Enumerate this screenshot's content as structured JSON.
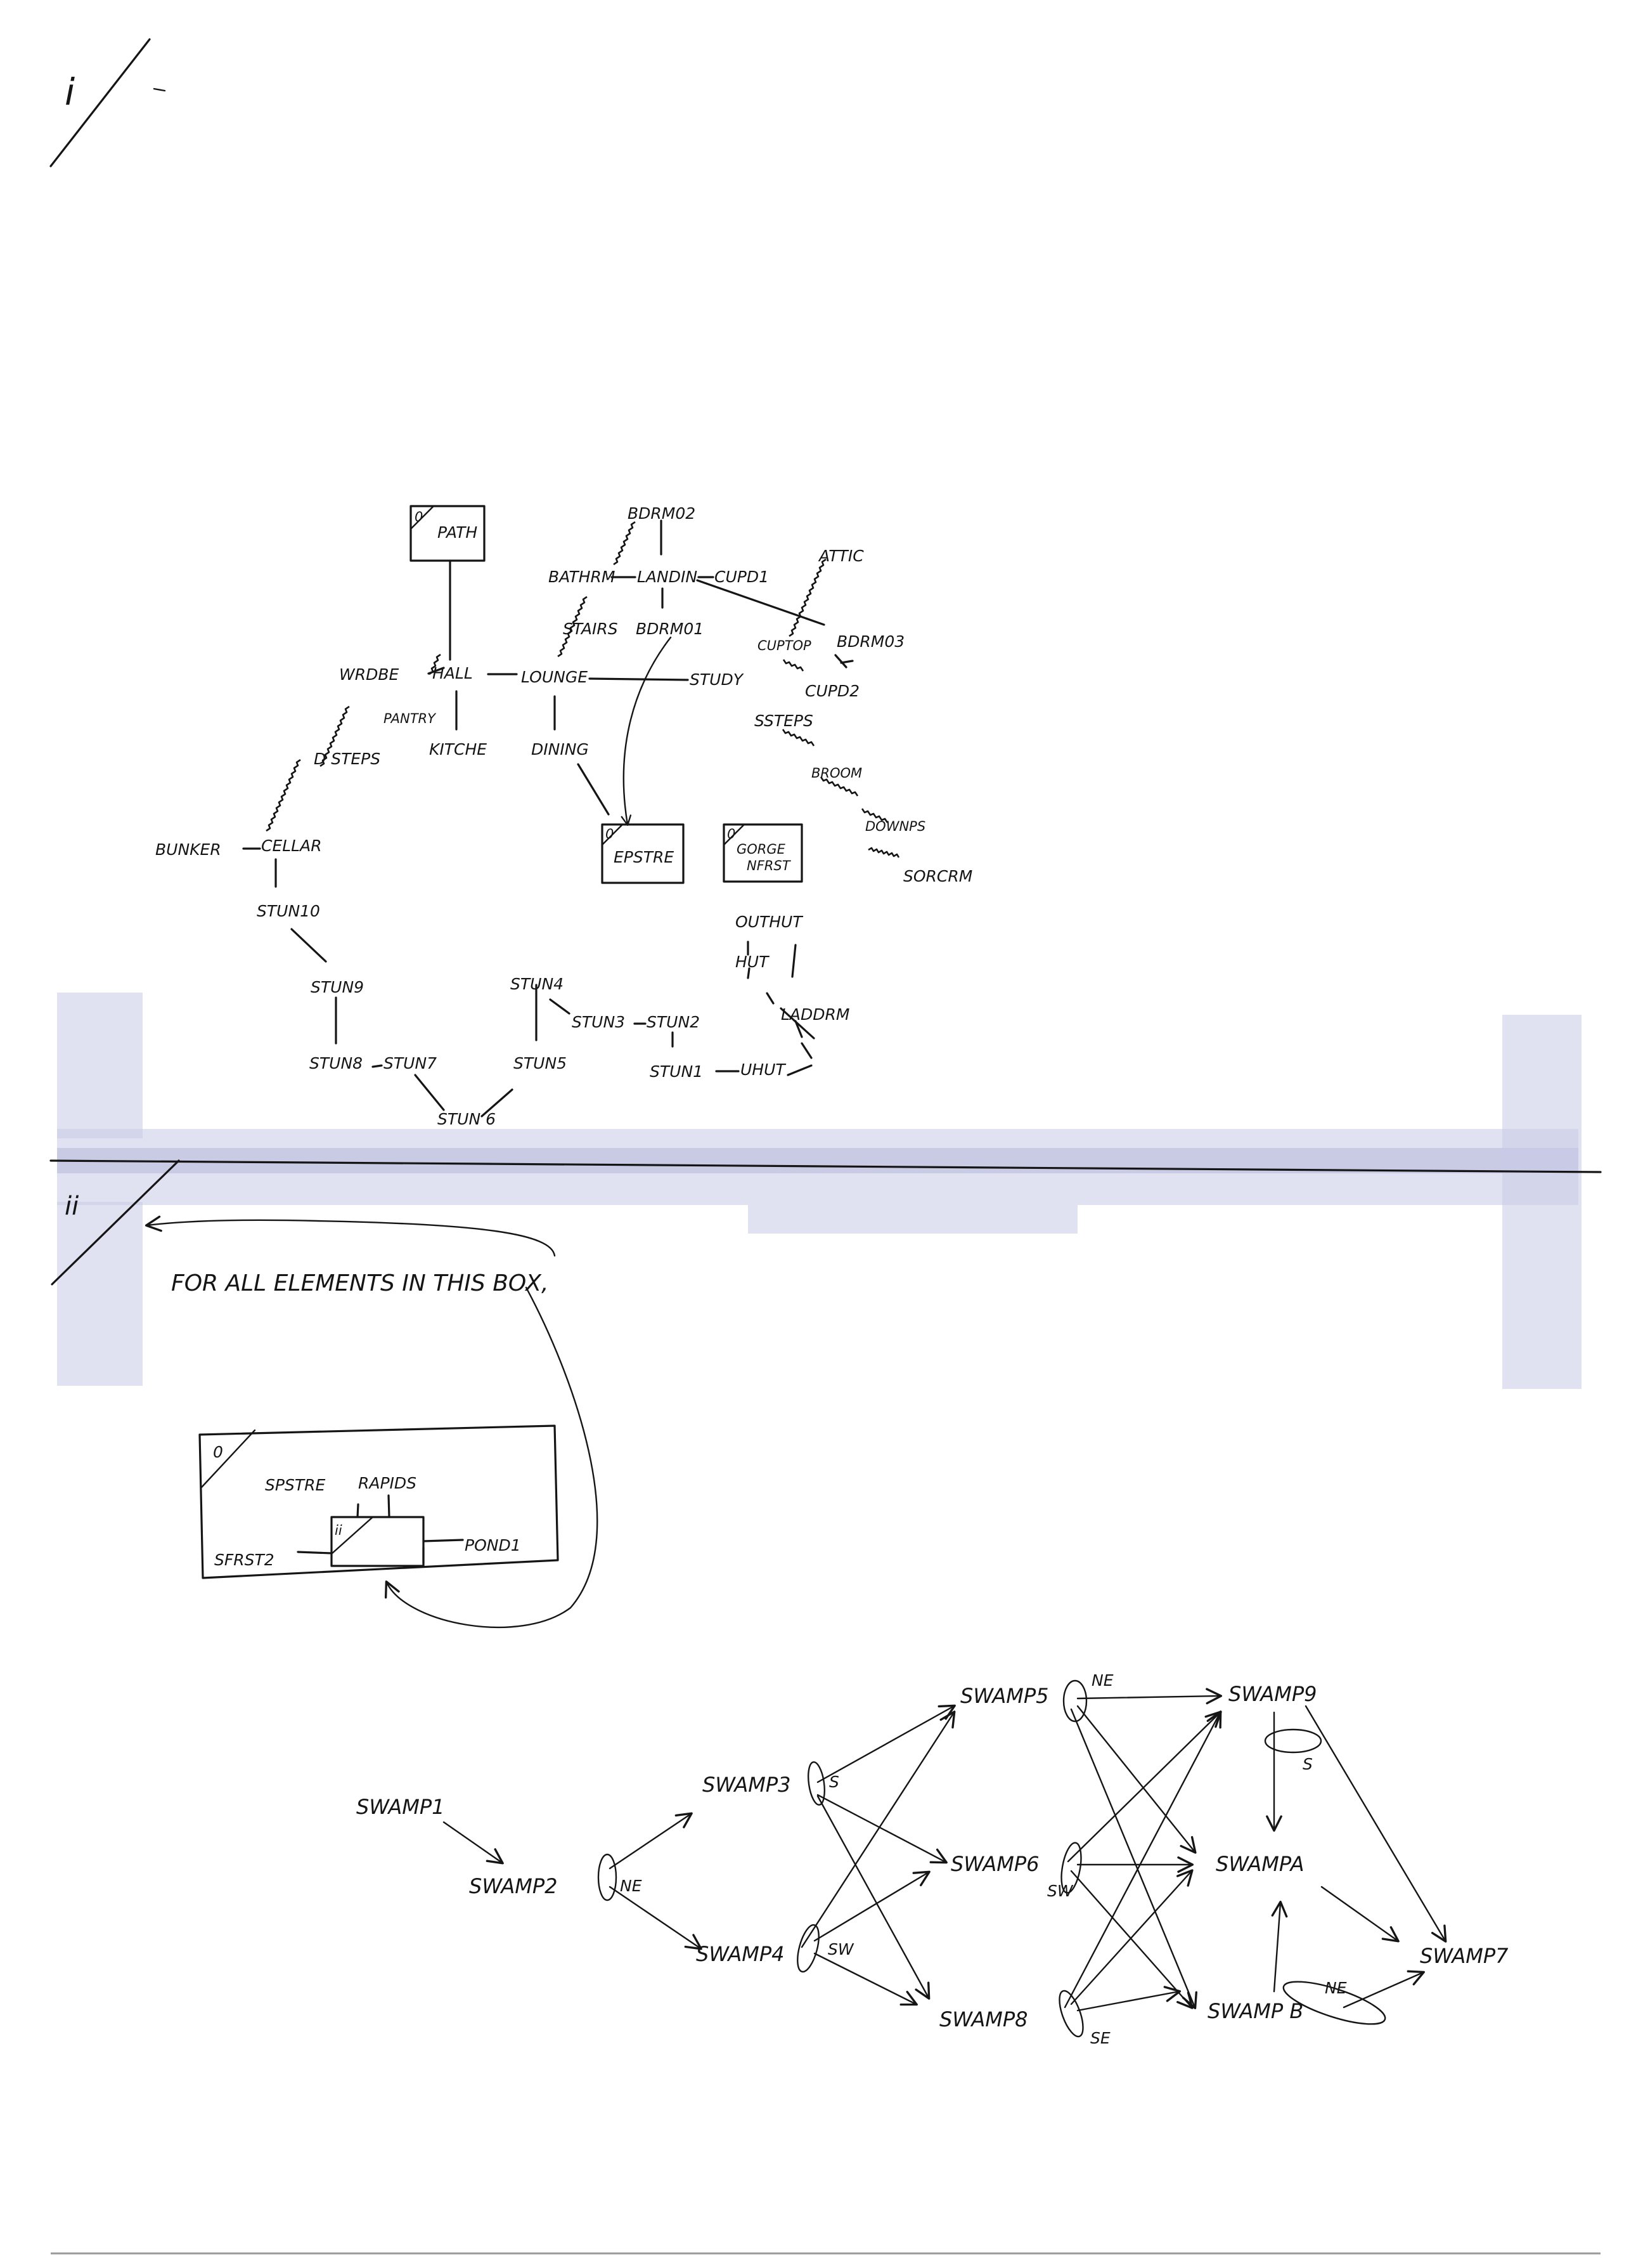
{
  "section_marks": {
    "first": "i",
    "second": "ii"
  },
  "ground_floor": {
    "start_box": {
      "corner": "0",
      "label": "PATH"
    },
    "rooms": {
      "bdrm02": "BDRM02",
      "bathrm": "BATHRM",
      "landin": "LANDIN",
      "cupd1": "CUPD1",
      "attic": "ATTIC",
      "stairs": "STAIRS",
      "bdrm01": "BDRM01",
      "cuptop": "CUPTOP",
      "bdrm03": "BDRM03",
      "cupd2": "CUPD2",
      "wrdbe": "WRDBE",
      "hall": "HALL",
      "lounge": "LOUNGE",
      "study": "STUDY",
      "pantry": "PANTRY",
      "kitchen": "KITCHE",
      "dining": "DINING",
      "ssteps": "SSTEPS",
      "dsteps": "D STEPS",
      "broom": "BROOM",
      "downps": "DOWNPS",
      "sorcrm": "SORCRM",
      "bunker": "BUNKER",
      "cellar": "CELLAR",
      "stun10": "STUN10",
      "stun9": "STUN9",
      "stun8": "STUN8",
      "stun7": "STUN7",
      "stun6": "STUN 6",
      "stun5": "STUN5",
      "stun4": "STUN4",
      "stun3": "STUN3",
      "stun2": "STUN2",
      "stun1": "STUN1",
      "uhut": "UHUT",
      "ladrm": "LADDRM",
      "hut": "HUT",
      "outhut": "OUTHUT"
    },
    "epstre_box": {
      "corner": "0",
      "label": "EPSTRE"
    },
    "gorge_box": {
      "corner": "0",
      "label": "GORGE",
      "sub": "NFRST"
    }
  },
  "note": "FOR ALL ELEMENTS IN THIS BOX,",
  "inner_box": {
    "corner": "0",
    "spstre": "SPSTRE",
    "rapids": "RAPIDS",
    "sfrst2": "SFRST2",
    "pond1": "POND1",
    "mark": "ii"
  },
  "swamp": {
    "swamp1": "SWAMP1",
    "swamp2": "SWAMP2",
    "swamp3": "SWAMP3",
    "swamp4": "SWAMP4",
    "swamp5": "SWAMP5",
    "swamp6": "SWAMP6",
    "swamp7": "SWAMP7",
    "swamp8": "SWAMP8",
    "swamp9": "SWAMP9",
    "swampa": "SWAMPA",
    "swampb": "SWAMP B",
    "dir_ne_2": "NE",
    "dir_s_3": "S",
    "dir_sw_4": "SW",
    "dir_ne_5": "NE",
    "dir_sw_6": "SW",
    "dir_se_8": "SE",
    "dir_s_9": "S",
    "dir_ne_b": "NE"
  }
}
